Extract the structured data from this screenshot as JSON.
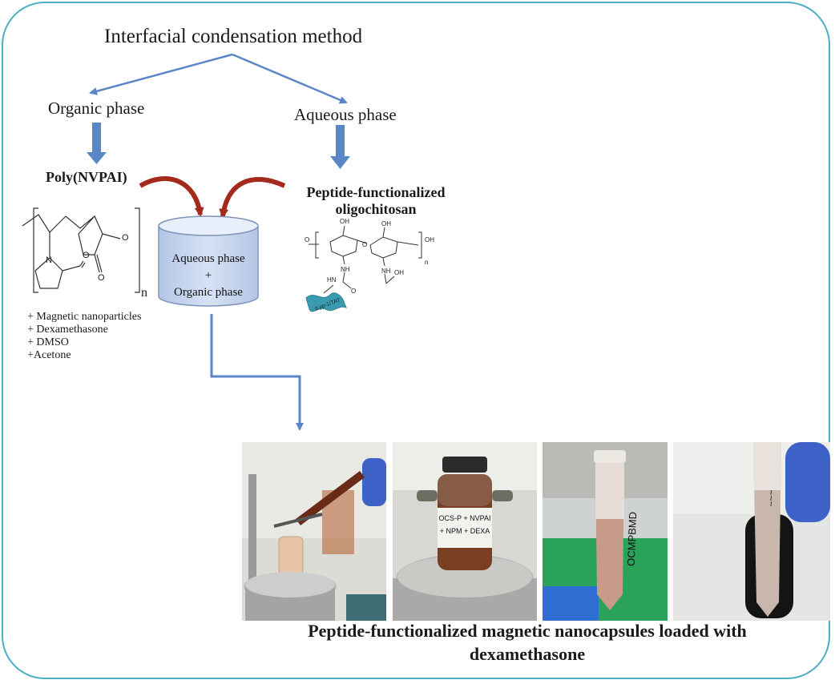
{
  "diagram": {
    "title": "Interfacial condensation method",
    "branches": {
      "organic": "Organic phase",
      "aqueous": "Aqueous phase"
    },
    "polymer": {
      "name": "Poly(NVPAI)",
      "repeat_subscript": "n",
      "atom_labels": [
        "N",
        "O",
        "O",
        "O"
      ]
    },
    "additives": [
      "+ Magnetic nanoparticles",
      "+ Dexamethasone",
      "+ DMSO",
      "+Acetone"
    ],
    "peptide": {
      "name_line1": "Peptide-functionalized",
      "name_line2": "oligochitosan",
      "atom_labels": [
        "OH",
        "OH",
        "OH",
        "NH",
        "NH",
        "HN",
        "O",
        "O",
        "O",
        "OH",
        "n"
      ],
      "peptide_tag": "tLyp-1/TAT"
    },
    "mixing_vessel": {
      "line1": "Aqueous phase",
      "line2": "+",
      "line3": "Organic phase"
    },
    "caption": {
      "line1": "Peptide-functionalized magnetic nanocapsules loaded with",
      "line2": "dexamethasone"
    },
    "photos": [
      {
        "label": "syringe-addition-photo"
      },
      {
        "label": "reaction-flask-photo",
        "handwriting": "OCS-P + NVPAI + NPM + DEXA"
      },
      {
        "label": "centrifuge-tube-photo",
        "handwriting": "OCMPBMD"
      },
      {
        "label": "tube-closeup-photo"
      }
    ],
    "colors": {
      "frame": "#4aaec4",
      "blue_arrow": "#5a86c8",
      "red_arrow": "#a52a1e",
      "cylinder_top": "#e6eefb",
      "cylinder_body": "#c7d5ee"
    }
  }
}
